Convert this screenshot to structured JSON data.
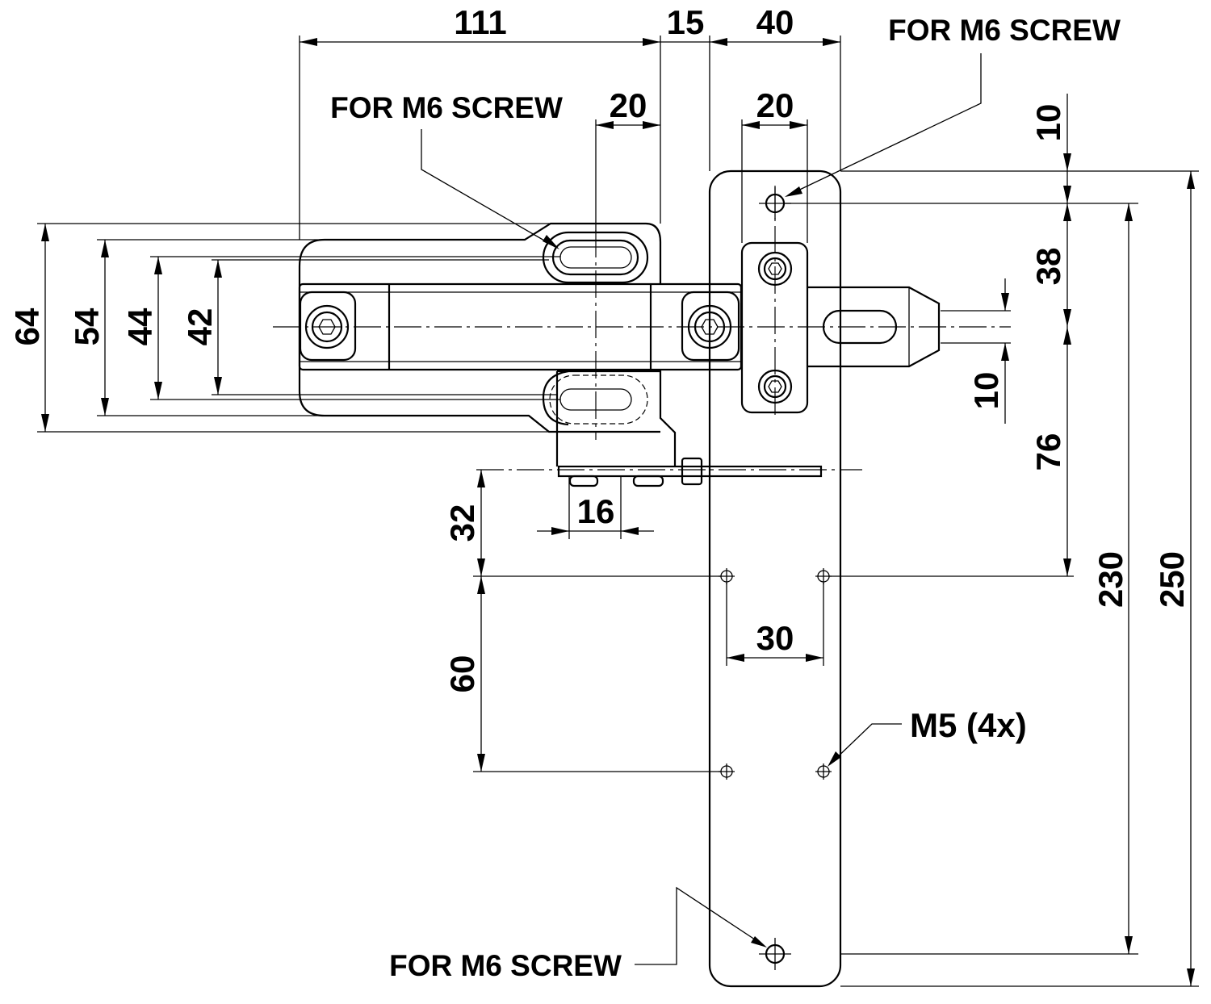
{
  "dimensions": {
    "top_111": "111",
    "top_15": "15",
    "top_40": "40",
    "top_20_left": "20",
    "top_20_right": "20",
    "left_64": "64",
    "left_54": "54",
    "left_44": "44",
    "left_42": "42",
    "right_10_top": "10",
    "right_38": "38",
    "right_10_mid": "10",
    "right_76": "76",
    "right_230": "230",
    "right_250": "250",
    "bottom_16": "16",
    "bottom_32": "32",
    "bottom_60": "60",
    "bottom_30": "30"
  },
  "notes": {
    "m6_top_left": "FOR M6 SCREW",
    "m6_top_right": "FOR M6 SCREW",
    "m6_bottom": "FOR M6 SCREW",
    "m5_holes": "M5 (4x)"
  }
}
